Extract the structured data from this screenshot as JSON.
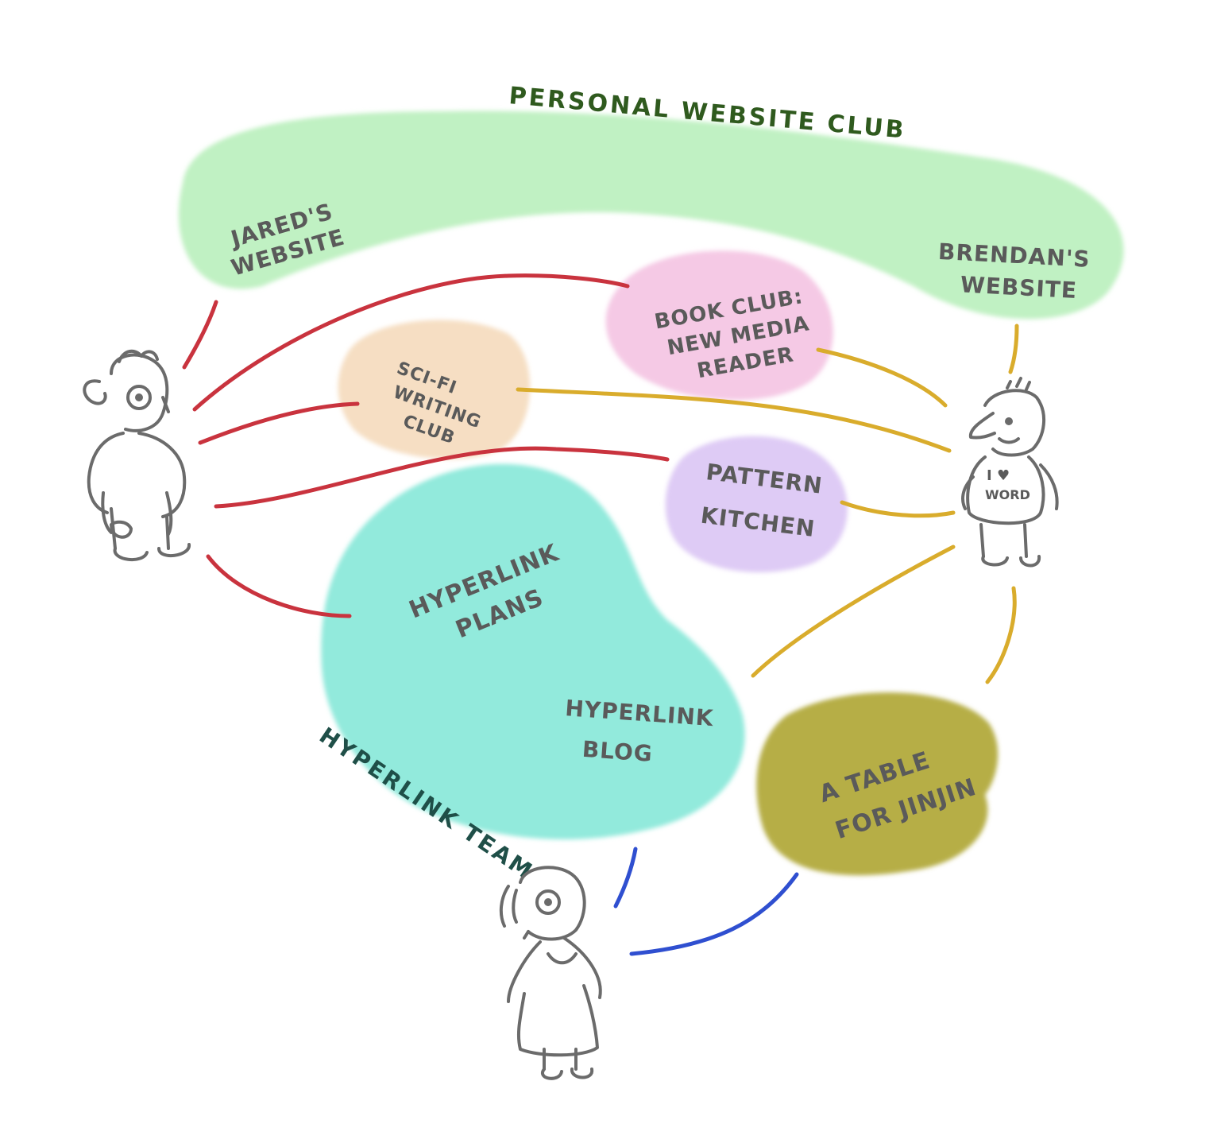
{
  "groups": {
    "personal_website_club": "PERSONAL WEBSITE CLUB",
    "hyperlink_team": "HYPERLINK TEAM"
  },
  "nodes": {
    "jareds_website": [
      "JARED'S",
      "WEBSITE"
    ],
    "brendans_website": [
      "BRENDAN'S",
      "WEBSITE"
    ],
    "book_club": [
      "BOOK CLUB:",
      "NEW MEDIA",
      "READER"
    ],
    "scifi_club": [
      "SCI-FI",
      "WRITING",
      "CLUB"
    ],
    "pattern_kitchen": [
      "PATTERN",
      "KITCHEN"
    ],
    "hyperlink_plans": [
      "HYPERLINK",
      "PLANS"
    ],
    "hyperlink_blog": [
      "HYPERLINK",
      "BLOG"
    ],
    "table_for_jinjin": [
      "A TABLE",
      "FOR JINJIN"
    ]
  },
  "shirt_text": [
    "I ♥",
    "WORD"
  ],
  "colors": {
    "personal_club": "#bdf0c0",
    "hyperlink_team": "#86e8d8",
    "book_club": "#f4c6e4",
    "scifi_club": "#f6dcc0",
    "pattern_kitchen": "#dcc8f4",
    "table_for_jinjin": "#b2aa3c",
    "group_label_green": "#2f5a1e",
    "group_label_teal": "#1f4f48",
    "jared_links": "#c9333e",
    "brendan_links": "#d9ac2c",
    "third_person_links": "#2f4fd0"
  },
  "icons": [
    "person-jared-icon",
    "person-brendan-icon",
    "person-third-icon"
  ]
}
